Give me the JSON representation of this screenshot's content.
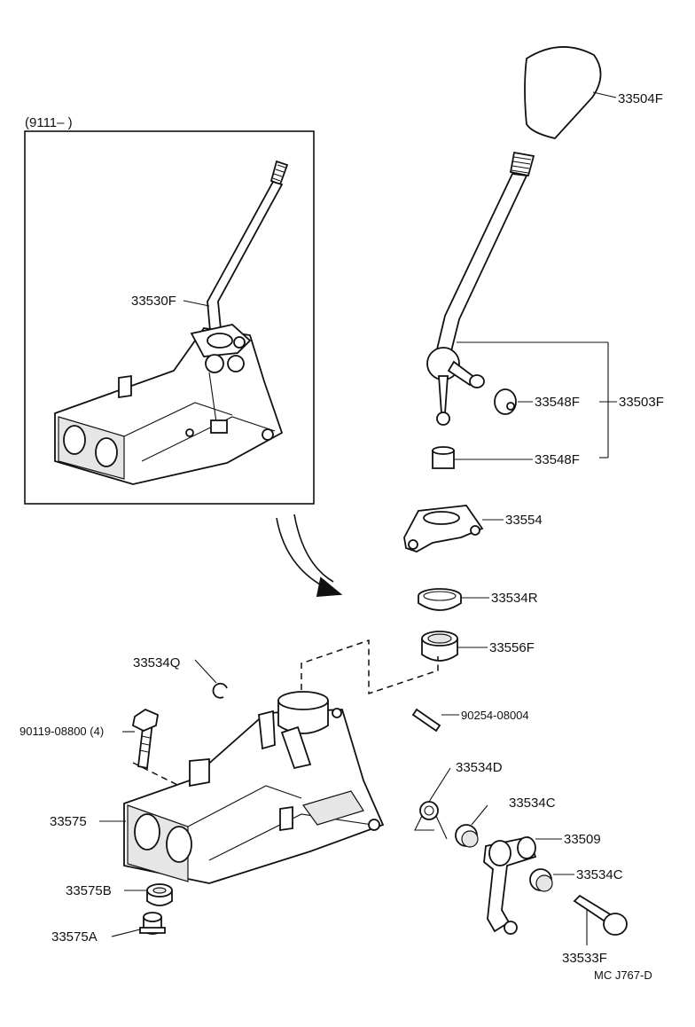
{
  "inset": {
    "label": "(9111–        )"
  },
  "parts": {
    "p33504F": "33504F",
    "p33503F": "33503F",
    "p33548F_a": "33548F",
    "p33548F_b": "33548F",
    "p33554": "33554",
    "p33534R": "33534R",
    "p33556F": "33556F",
    "p33534Q": "33534Q",
    "p90254": "90254-08004",
    "p90119": "90119-08800 (4)",
    "p33534D": "33534D",
    "p33534C_a": "33534C",
    "p33509": "33509",
    "p33534C_b": "33534C",
    "p33575": "33575",
    "p33575B": "33575B",
    "p33575A": "33575A",
    "p33533F": "33533F",
    "p33530F": "33530F"
  },
  "diagram_code": "MC J767-D"
}
